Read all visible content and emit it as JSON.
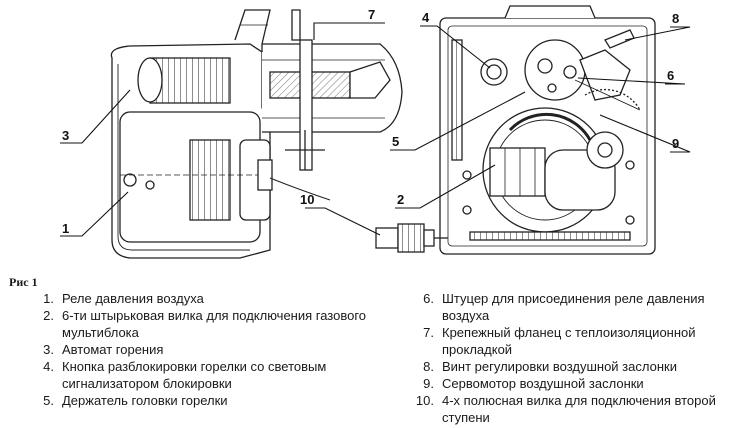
{
  "figure_label": "Рис 1",
  "callouts": [
    "1",
    "2",
    "3",
    "4",
    "5",
    "6",
    "7",
    "8",
    "9",
    "10"
  ],
  "legend": [
    {
      "num": "1.",
      "text": "Реле давления воздуха"
    },
    {
      "num": "2.",
      "text": "6-ти штырьковая вилка для подключения газового мультиблока"
    },
    {
      "num": "3.",
      "text": "Автомат горения"
    },
    {
      "num": "4.",
      "text": "Кнопка разблокировки горелки со световым сигнализатором блокировки"
    },
    {
      "num": "5.",
      "text": "Держатель головки горелки"
    },
    {
      "num": "6.",
      "text": "Штуцер для присоединения реле давления воздуха"
    },
    {
      "num": "7.",
      "text": "Крепежный фланец с теплоизоляционной прокладкой"
    },
    {
      "num": "8.",
      "text": "Винт регулировки воздушной заслонки"
    },
    {
      "num": "9.",
      "text": "Сервомотор воздушной заслонки"
    },
    {
      "num": "10.",
      "text": "4-х полюсная вилка для подключения второй ступени"
    }
  ]
}
